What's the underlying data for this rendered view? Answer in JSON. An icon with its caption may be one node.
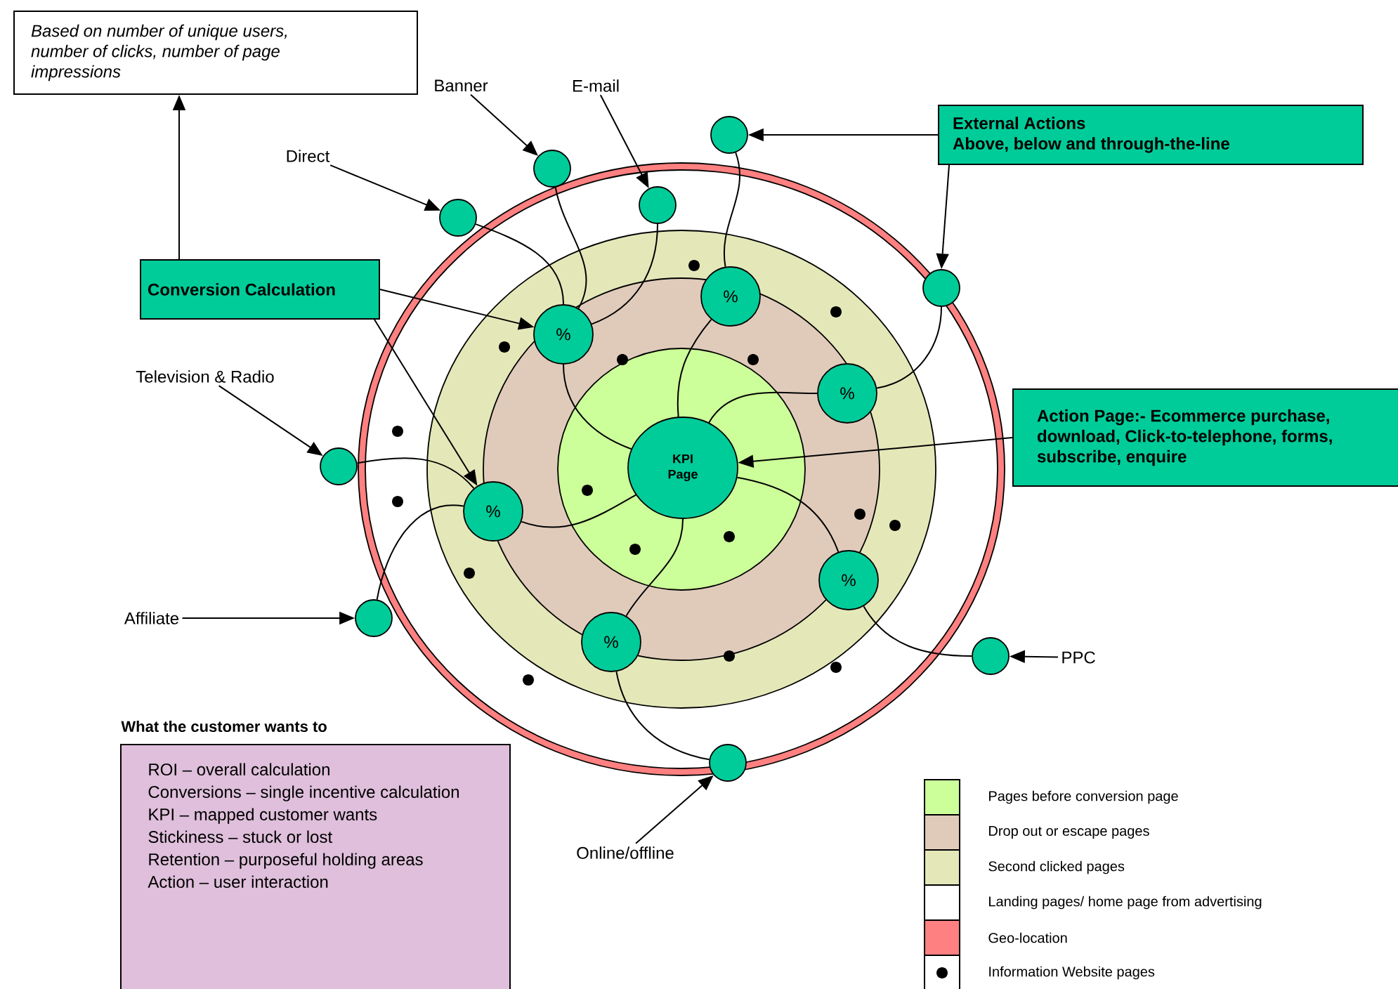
{
  "diagram": {
    "nodes": [
      {
        "text": [
          "Based on number of unique users, number of clicks, number of page impressions"
        ]
      },
      {
        "text": [
          "Banner"
        ]
      },
      {
        "text": [
          "E-mail"
        ]
      },
      {
        "text": [
          "Direct"
        ]
      },
      {
        "text": [
          "External Actions",
          "Above, below and through-the-line"
        ]
      },
      {
        "text": [],
        "shape": "circle"
      },
      {
        "text": [],
        "shape": "circle"
      },
      {
        "text": [],
        "shape": "circle"
      },
      {
        "text": [],
        "shape": "circle"
      },
      {
        "text": [
          "Conversion Calculation"
        ]
      },
      {
        "text": [],
        "shape": "circle"
      },
      {
        "text": [
          "%"
        ]
      },
      {
        "text": [
          "%"
        ]
      },
      {
        "text": [
          "Television & Radio"
        ]
      },
      {
        "text": [
          "%"
        ]
      },
      {
        "text": [
          "Action Page:- Ecommerce purchase, download,  Click-to-telephone, forms, subscribe, enquire"
        ]
      },
      {
        "text": [],
        "shape": "circle"
      },
      {
        "text": [
          "KPI Page"
        ]
      },
      {
        "text": [
          "%"
        ]
      },
      {
        "text": [
          "%"
        ]
      },
      {
        "text": [
          "Affiliate"
        ]
      },
      {
        "text": [],
        "shape": "circle"
      },
      {
        "text": [
          "%"
        ]
      },
      {
        "text": [],
        "shape": "circle"
      },
      {
        "text": [
          "PPC"
        ]
      },
      {
        "text": [],
        "shape": "circle"
      },
      {
        "text": [
          "Online/offline"
        ]
      },
      {
        "text": [
          "What the customer wants to",
          "ROI – overall calculation",
          "Conversions – single incentive calculation",
          "KPI – mapped customer wants",
          "Stickiness – stuck or lost",
          "Retention – purposeful holding areas",
          "Action – user interaction"
        ]
      }
    ],
    "edges": [
      {
        "from": 3,
        "to": 8,
        "arrow": "to"
      },
      {
        "from": 1,
        "to": 6,
        "arrow": "to"
      },
      {
        "from": 2,
        "to": 7,
        "arrow": "to"
      },
      {
        "from": 4,
        "to": 5,
        "arrow": "to"
      },
      {
        "from": 4,
        "to": 10,
        "arrow": "to"
      },
      {
        "from": 9,
        "to": 0,
        "arrow": "to"
      },
      {
        "from": 9,
        "to": 12,
        "arrow": "to"
      },
      {
        "from": 9,
        "to": 18,
        "arrow": "to"
      },
      {
        "from": 13,
        "to": 16,
        "arrow": "to"
      },
      {
        "from": 20,
        "to": 21,
        "arrow": "to"
      },
      {
        "from": 24,
        "to": 23,
        "arrow": "to"
      },
      {
        "from": 26,
        "to": 25,
        "arrow": "to"
      },
      {
        "from": 15,
        "to": 17,
        "arrow": "to"
      },
      {
        "from": 8,
        "to": 12,
        "arrow": "none"
      },
      {
        "from": 6,
        "to": 12,
        "arrow": "none"
      },
      {
        "from": 7,
        "to": 12,
        "arrow": "none"
      },
      {
        "from": 5,
        "to": 11,
        "arrow": "none"
      },
      {
        "from": 10,
        "to": 14,
        "arrow": "none"
      },
      {
        "from": 16,
        "to": 18,
        "arrow": "none"
      },
      {
        "from": 21,
        "to": 18,
        "arrow": "none"
      },
      {
        "from": 23,
        "to": 19,
        "arrow": "none"
      },
      {
        "from": 25,
        "to": 22,
        "arrow": "none"
      },
      {
        "from": 12,
        "to": 17,
        "arrow": "none"
      },
      {
        "from": 11,
        "to": 17,
        "arrow": "none"
      },
      {
        "from": 14,
        "to": 17,
        "arrow": "none"
      },
      {
        "from": 18,
        "to": 17,
        "arrow": "none"
      },
      {
        "from": 19,
        "to": 17,
        "arrow": "none"
      },
      {
        "from": 22,
        "to": 17,
        "arrow": "none"
      }
    ],
    "legend": [
      {
        "text": "Pages before conversion page",
        "color": "#ccff99"
      },
      {
        "text": "Drop out or escape pages",
        "color": "#e0cbbb"
      },
      {
        "text": "Second clicked pages",
        "color": "#e4e8b8"
      },
      {
        "text": "Landing pages/ home page from advertising"
      },
      {
        "text": "Geo-location",
        "color": "#ff8080"
      },
      {
        "text": "Information Website pages"
      }
    ]
  }
}
